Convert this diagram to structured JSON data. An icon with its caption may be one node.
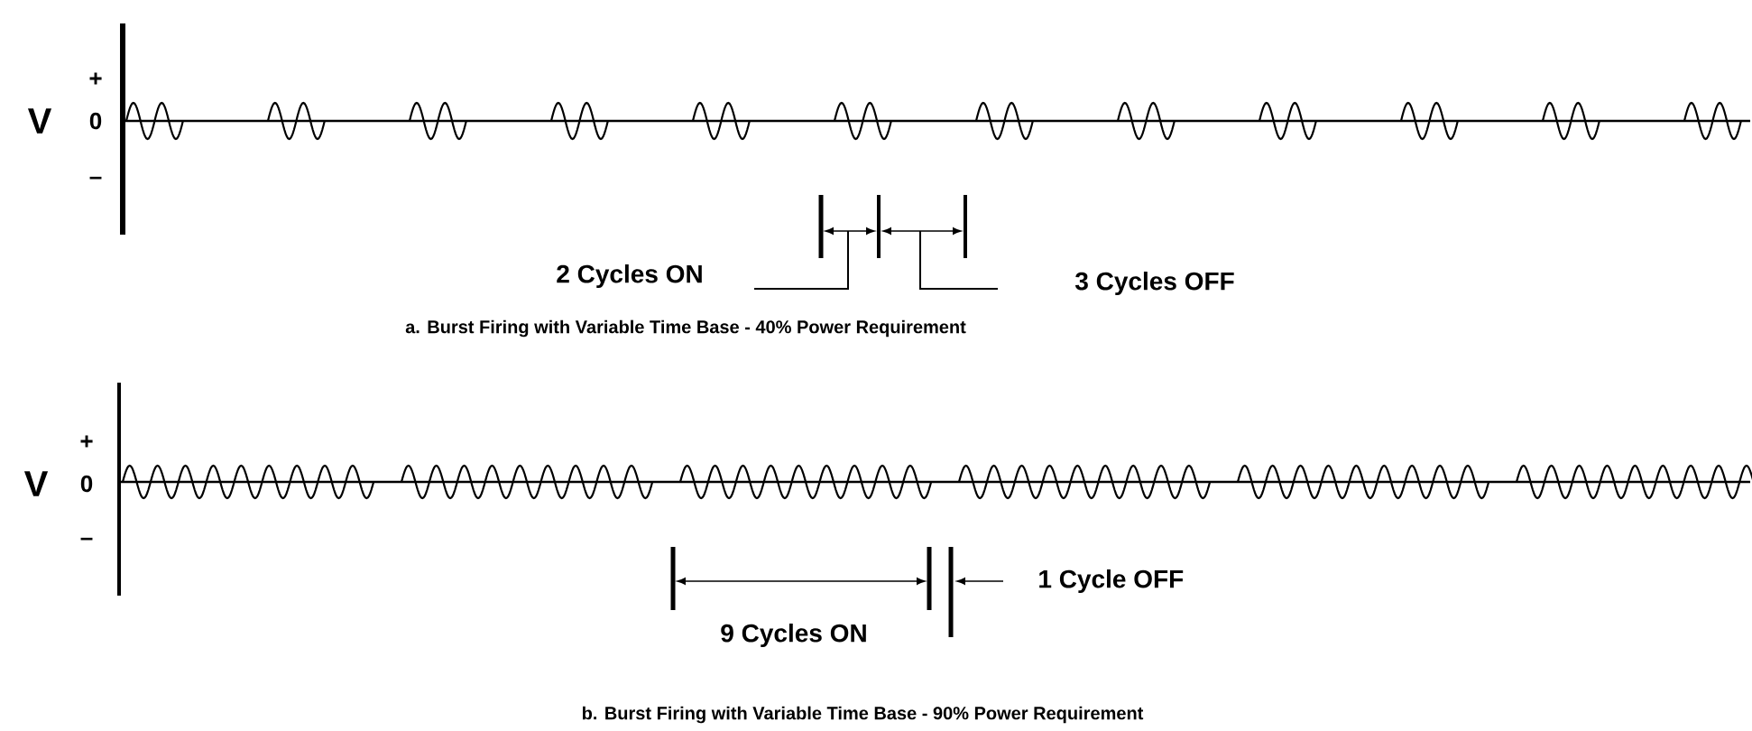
{
  "diagram": {
    "labels": [
      "V",
      "+",
      "0",
      "–",
      "2 Cycles ON",
      "3 Cycles OFF",
      "a.  Burst Firing with Variable Time Base - 40% Power Requirement",
      "V",
      "+",
      "0",
      "–",
      "9 Cycles ON",
      "1 Cycle OFF",
      "b.  Burst Firing with Variable Time Base - 90% Power Requirement"
    ]
  }
}
